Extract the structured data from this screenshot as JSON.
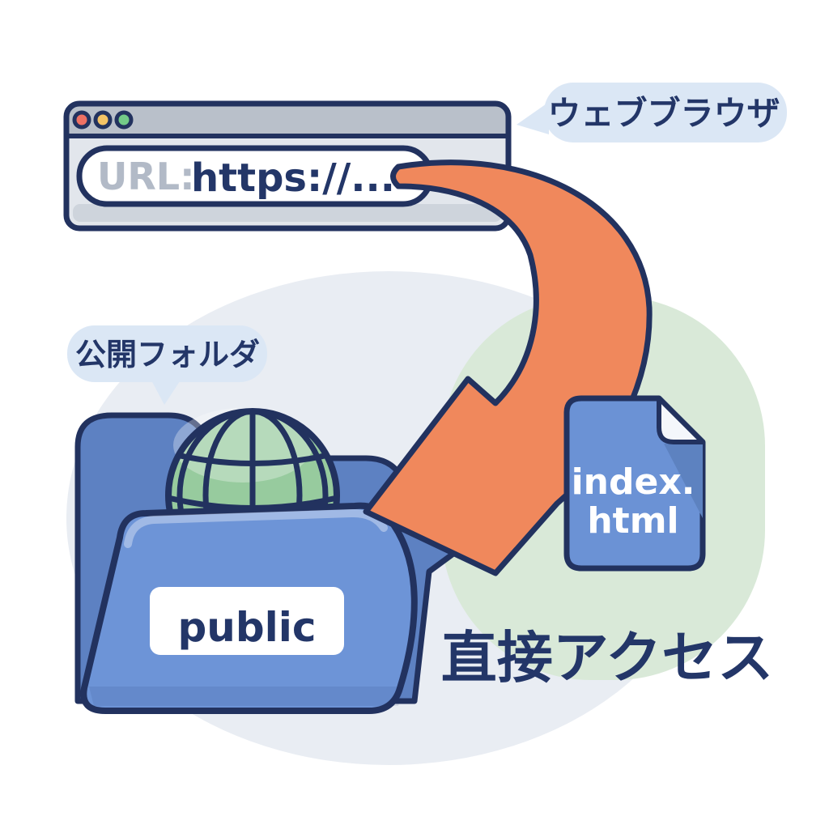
{
  "browser": {
    "bubble_label": "ウェブブラウザ",
    "url_prefix": "URL:",
    "url_value": "https://...",
    "window_controls": {
      "close": "#ee7164",
      "minimize": "#f3c366",
      "maximize": "#73ca88"
    }
  },
  "folder": {
    "bubble_label": "公開フォルダ",
    "name": "public"
  },
  "file": {
    "name_line1": "index.",
    "name_line2": "html"
  },
  "caption": "直接アクセス",
  "colors": {
    "outline": "#22325f",
    "text_navy": "#233668",
    "url_muted": "#b2bac7",
    "arrow": "#f0885c",
    "bubble": "#dbe7f5",
    "titlebar": "#b9c0ca",
    "browser_body": "#e2e6ec",
    "browser_footer": "#ced4dc",
    "url_bar": "#ffffff",
    "folder_back": "#5d81c2",
    "folder_front": "#6d94d7",
    "folder_label_bg": "#ffffff",
    "globe": "#97cb9e",
    "file_body": "#6b92d5",
    "file_fold": "#f4f7fb",
    "file_fold_shadow": "#5d82c0",
    "file_text": "#ffffff",
    "blob_gray": "#e9edf3",
    "blob_green": "#d9e9d8"
  }
}
